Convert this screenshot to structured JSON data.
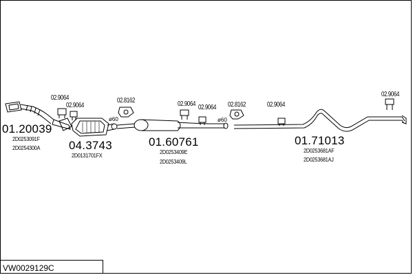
{
  "kit_code": "VW0029129C",
  "groups": [
    {
      "main_number": "01.20039",
      "refs": [
        "2D0253091F",
        "2D0254300A"
      ]
    },
    {
      "main_number": "04.3743",
      "refs": [
        "2D0131701FX"
      ]
    },
    {
      "main_number": "01.60761",
      "refs": [
        "2D0253409E",
        "2D0253409L"
      ]
    },
    {
      "main_number": "01.71013",
      "refs": [
        "2D0253681AF",
        "2D0253681AJ"
      ]
    }
  ],
  "accessories": [
    {
      "number": "02.9064"
    },
    {
      "number": "02.9064"
    },
    {
      "number": "02.8162"
    },
    {
      "number": "02.9064"
    },
    {
      "number": "02.9064"
    },
    {
      "number": "02.8162"
    },
    {
      "number": "02.9064"
    },
    {
      "number": "02.9064"
    }
  ],
  "diameters": [
    {
      "label": "ø60"
    },
    {
      "label": "ø60"
    }
  ]
}
